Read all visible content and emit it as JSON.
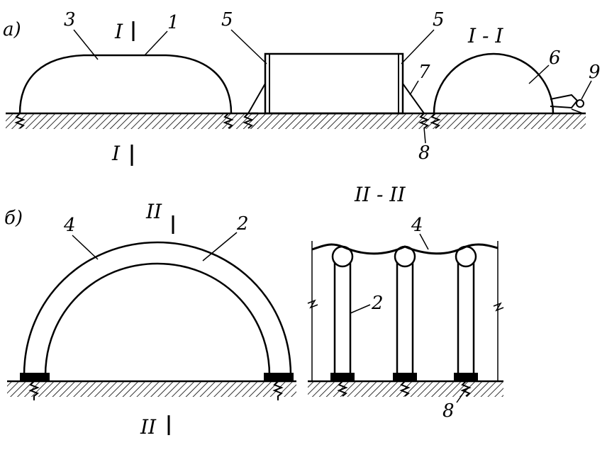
{
  "figure_a": {
    "panel_label": "а)",
    "section_mark_top": "I",
    "section_mark_bottom": "I",
    "section_title": "I - I",
    "labels": {
      "shell": "3",
      "envelope": "1",
      "airlock_left": "5",
      "airlock_right": "5",
      "cross_section": "6",
      "guy": "7",
      "anchor": "8",
      "fan": "9"
    }
  },
  "figure_b": {
    "panel_label": "б)",
    "section_mark_top": "II",
    "section_mark_bottom": "II",
    "section_title": "II - II",
    "labels": {
      "cover": "4",
      "arch": "2",
      "cover_section": "4",
      "arch_section": "2",
      "anchor_section": "8"
    }
  },
  "colors": {
    "ink": "#000000",
    "paper": "#ffffff"
  }
}
